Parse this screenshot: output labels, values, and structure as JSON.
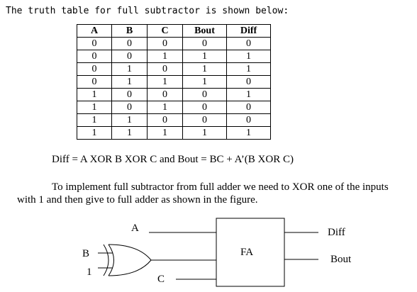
{
  "intro": "The truth table for full subtractor is shown below:",
  "table": {
    "headers": [
      "A",
      "B",
      "C",
      "Bout",
      "Diff"
    ],
    "rows": [
      [
        "0",
        "0",
        "0",
        "0",
        "0"
      ],
      [
        "0",
        "0",
        "1",
        "1",
        "1"
      ],
      [
        "0",
        "1",
        "0",
        "1",
        "1"
      ],
      [
        "0",
        "1",
        "1",
        "1",
        "0"
      ],
      [
        "1",
        "0",
        "0",
        "0",
        "1"
      ],
      [
        "1",
        "0",
        "1",
        "0",
        "0"
      ],
      [
        "1",
        "1",
        "0",
        "0",
        "0"
      ],
      [
        "1",
        "1",
        "1",
        "1",
        "1"
      ]
    ]
  },
  "equation": "Diff = A XOR B XOR C and Bout = BC + A’(B XOR C)",
  "paragraph": [
    "To implement full subtractor from full adder we need to XOR one of the inputs",
    "with 1 and then give to full adder as shown in the figure."
  ],
  "figure": {
    "label_a": "A",
    "label_b": "B",
    "label_one": "1",
    "label_c": "C",
    "block_label": "FA",
    "out_diff": "Diff",
    "out_bout": "Bout"
  }
}
